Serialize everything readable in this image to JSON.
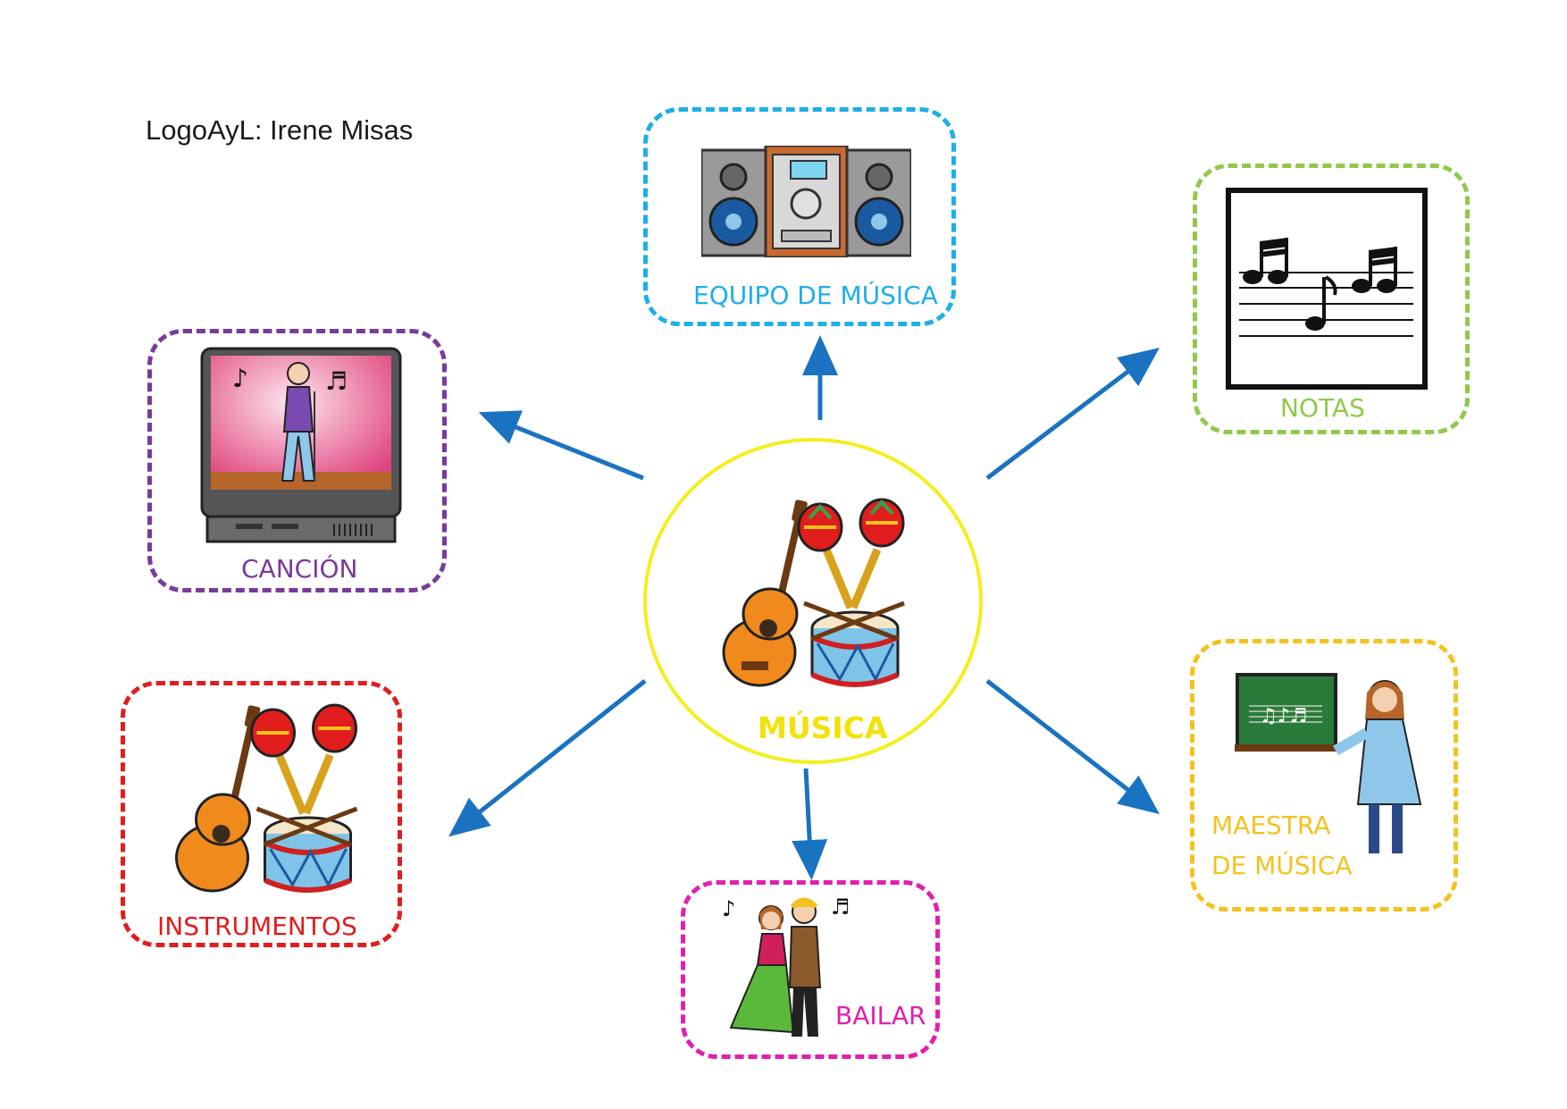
{
  "credit": "LogoAyL: Irene Misas",
  "center": {
    "label": "MÚSICA",
    "color": "#f4ee1e",
    "icon": "music-instruments-icon"
  },
  "arrow_color": "#1a73c0",
  "nodes": {
    "equipo": {
      "label": "EQUIPO DE MÚSICA",
      "color": "#1eaee8",
      "icon": "stereo-system-icon"
    },
    "notas": {
      "label": "NOTAS",
      "color": "#8fc94a",
      "icon": "music-notes-icon"
    },
    "cancion": {
      "label": "CANCIÓN",
      "color": "#7a3a9a",
      "icon": "singer-tv-icon"
    },
    "maestra": {
      "label_line1": "MAESTRA",
      "label_line2": "DE MÚSICA",
      "color": "#f4c21e",
      "icon": "music-teacher-icon"
    },
    "instrumentos": {
      "label": "INSTRUMENTOS",
      "color": "#e11d1d",
      "icon": "instruments-icon"
    },
    "bailar": {
      "label": "BAILAR",
      "color": "#e21fae",
      "icon": "dancing-couple-icon"
    }
  }
}
